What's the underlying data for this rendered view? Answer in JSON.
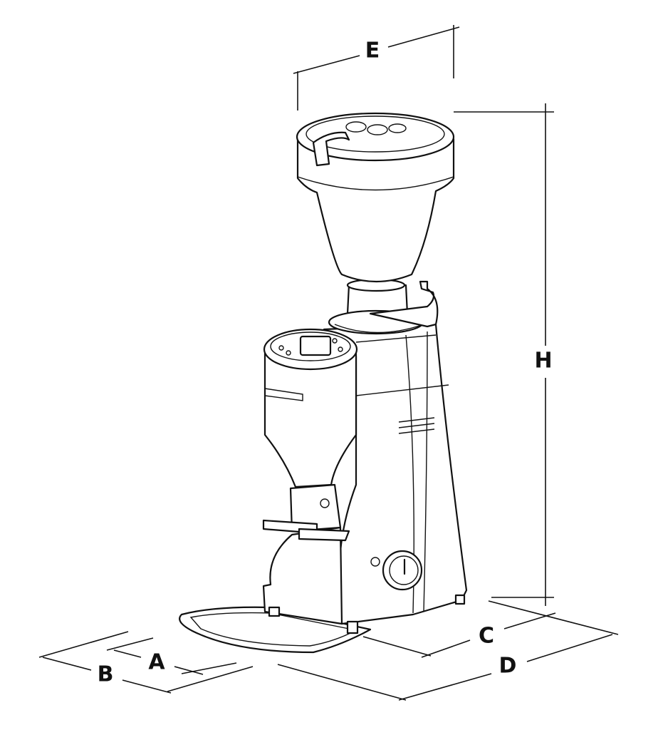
{
  "dimension_labels": {
    "width_top": "E",
    "height": "H",
    "depth_base": "C",
    "depth_total": "D",
    "width_base": "A",
    "width_total": "B"
  }
}
